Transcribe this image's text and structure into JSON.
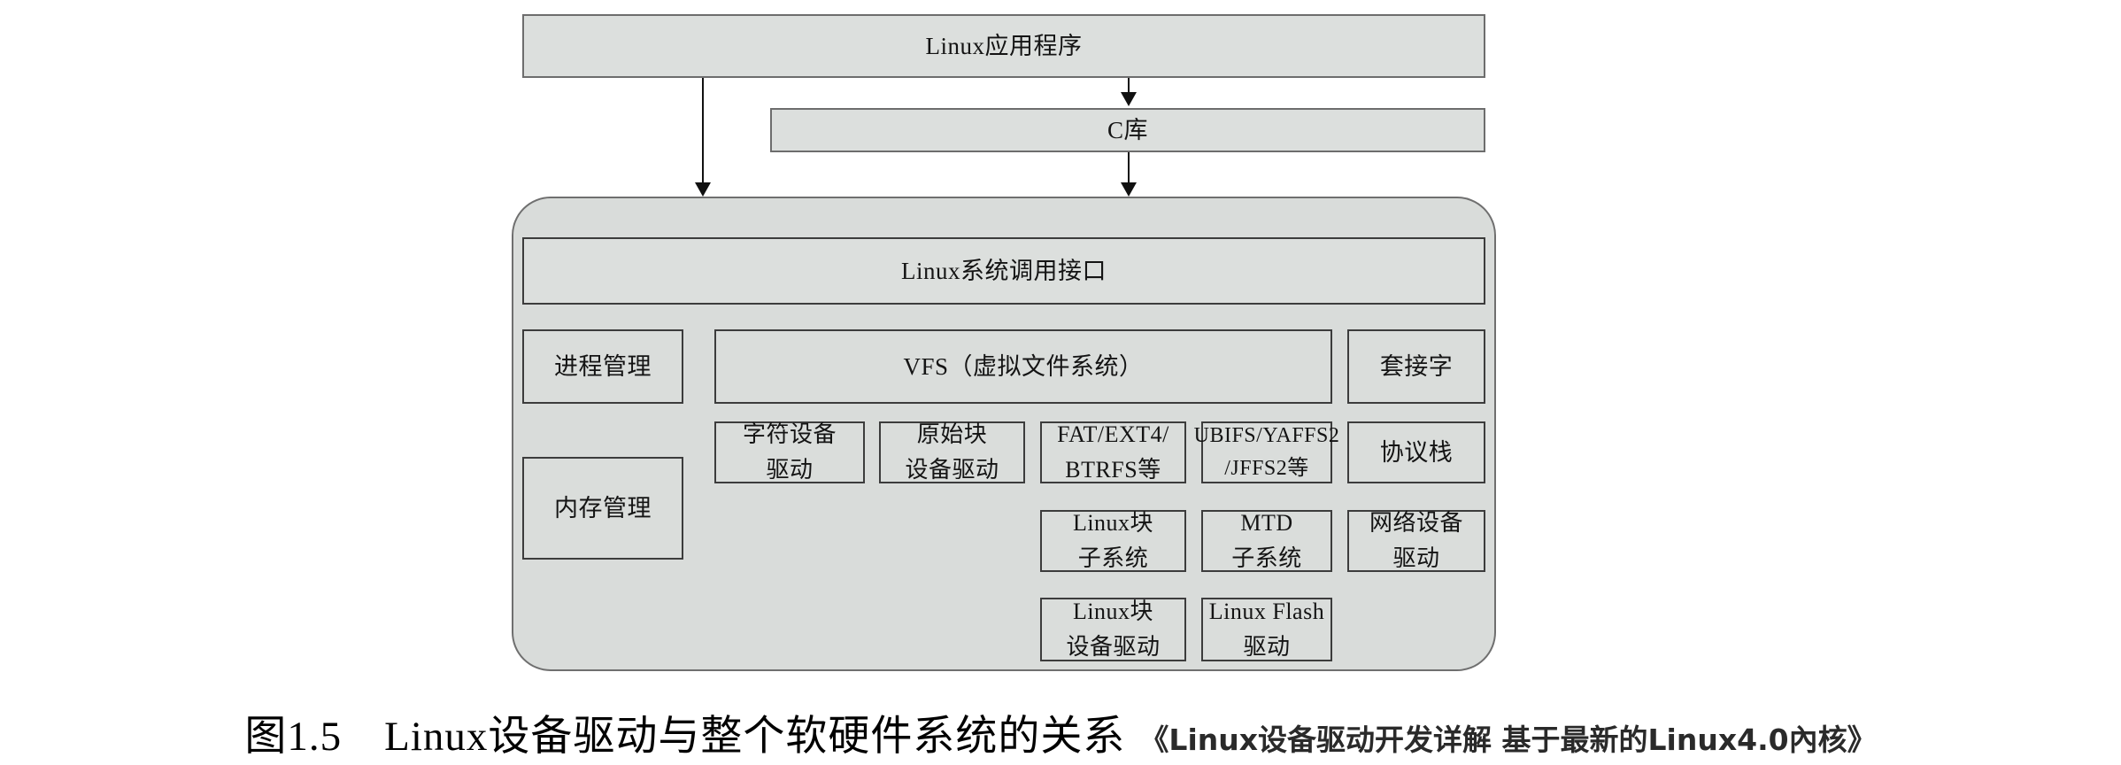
{
  "diagram": {
    "title_caption": "图1.5　Linux设备驱动与整个软硬件系统的关系",
    "source_note": "《Linux设备驱动开发详解 基于最新的Linux4.0內核》",
    "colors": {
      "box_fill": "#dcdfdd",
      "box_border": "#6d6d6d",
      "container_fill": "#d9dcda",
      "arrow": "#111111",
      "text": "#141414",
      "page_background": "#ffffff"
    },
    "layers": {
      "application": "Linux应用程序",
      "c_library": "C库",
      "syscall_interface": "Linux系统调用接口"
    },
    "kernel": {
      "left_column": [
        "进程管理",
        "内存管理"
      ],
      "vfs": "VFS（虚拟文件系统）",
      "driver_row": [
        "字符设备\n驱动",
        "原始块\n设备驱动",
        "FAT/EXT4/\nBTRFS等",
        "UBIFS/YAFFS2\n/JFFS2等"
      ],
      "subsystem_row": [
        "Linux块\n子系统",
        "MTD\n子系统"
      ],
      "bottom_row": [
        "Linux块\n设备驱动",
        "Linux Flash\n驱动"
      ],
      "right_column": [
        "套接字",
        "协议栈",
        "网络设备\n驱动"
      ]
    },
    "connectors": [
      {
        "name": "app-to-kernel-left",
        "from": "Linux应用程序",
        "to": "Linux系统调用接口"
      },
      {
        "name": "app-to-clib",
        "from": "Linux应用程序",
        "to": "C库"
      },
      {
        "name": "clib-to-kernel",
        "from": "C库",
        "to": "Linux系统调用接口"
      }
    ]
  }
}
